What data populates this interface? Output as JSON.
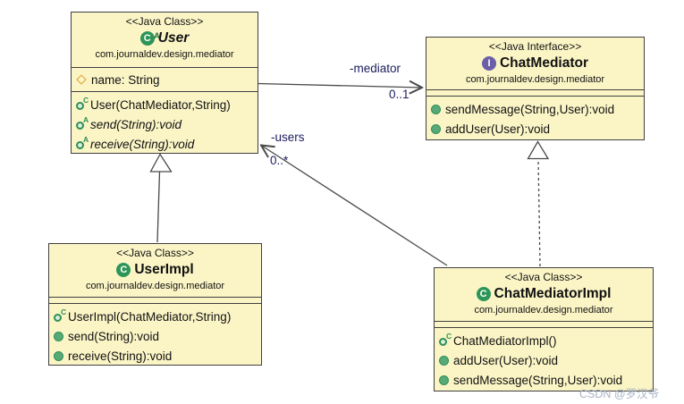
{
  "classes": {
    "user": {
      "stereotype": "<<Java Class>>",
      "icon_letter": "C",
      "abstract_marker": "A",
      "name": "User",
      "package": "com.journaldev.design.mediator",
      "attributes": [
        {
          "label": "name: String"
        }
      ],
      "methods": [
        {
          "label": "User(ChatMediator,String)",
          "sup": "C"
        },
        {
          "label": "send(String):void",
          "sup": "A"
        },
        {
          "label": "receive(String):void",
          "sup": "A"
        }
      ]
    },
    "chatmediator": {
      "stereotype": "<<Java Interface>>",
      "icon_letter": "I",
      "name": "ChatMediator",
      "package": "com.journaldev.design.mediator",
      "methods": [
        {
          "label": "sendMessage(String,User):void"
        },
        {
          "label": "addUser(User):void"
        }
      ]
    },
    "userimpl": {
      "stereotype": "<<Java Class>>",
      "icon_letter": "C",
      "name": "UserImpl",
      "package": "com.journaldev.design.mediator",
      "methods": [
        {
          "label": "UserImpl(ChatMediator,String)",
          "sup": "C"
        },
        {
          "label": "send(String):void"
        },
        {
          "label": "receive(String):void"
        }
      ]
    },
    "chatmediatorimpl": {
      "stereotype": "<<Java Class>>",
      "icon_letter": "C",
      "name": "ChatMediatorImpl",
      "package": "com.journaldev.design.mediator",
      "methods": [
        {
          "label": "ChatMediatorImpl()",
          "sup": "C"
        },
        {
          "label": "addUser(User):void"
        },
        {
          "label": "sendMessage(String,User):void"
        }
      ]
    }
  },
  "associations": {
    "mediator": {
      "role": "-mediator",
      "multiplicity": "0..1"
    },
    "users": {
      "role": "-users",
      "multiplicity": "0..*"
    }
  },
  "watermark": "CSDN @罗汉爷",
  "colors": {
    "box_fill": "#FBF5C6",
    "box_border": "#3F3F3F",
    "class_icon_green": "#2E9558",
    "interface_icon_purple": "#6B5EA8",
    "edge_label_blue": "#1C1C5E",
    "connector_gray": "#4A4A4A",
    "attribute_diamond_orange": "#D9A030",
    "watermark_gray": "#A7B4C6"
  }
}
